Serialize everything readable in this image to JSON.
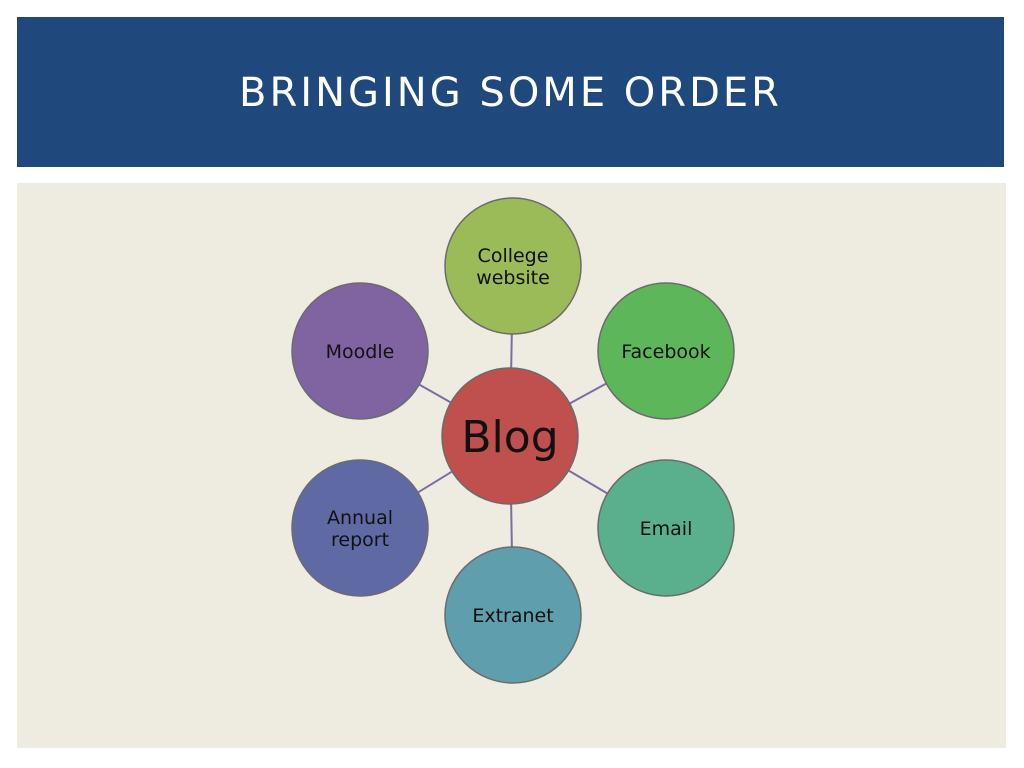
{
  "slide": {
    "title": "BRINGING SOME ORDER"
  },
  "diagram": {
    "center": {
      "label": "Blog",
      "color": "#c0504d"
    },
    "nodes": [
      {
        "id": "college-website",
        "lines": [
          "College",
          "website"
        ],
        "color": "#9bbb59"
      },
      {
        "id": "facebook",
        "lines": [
          "Facebook"
        ],
        "color": "#5db75a"
      },
      {
        "id": "email",
        "lines": [
          "Email"
        ],
        "color": "#5aaf8c"
      },
      {
        "id": "extranet",
        "lines": [
          "Extranet"
        ],
        "color": "#5f9fad"
      },
      {
        "id": "annual-report",
        "lines": [
          "Annual",
          "report"
        ],
        "color": "#5f6aa4"
      },
      {
        "id": "moodle",
        "lines": [
          "Moodle"
        ],
        "color": "#8064a2"
      }
    ],
    "connector_color": "#7f6aa8",
    "border_color": "#6b6b6b"
  }
}
